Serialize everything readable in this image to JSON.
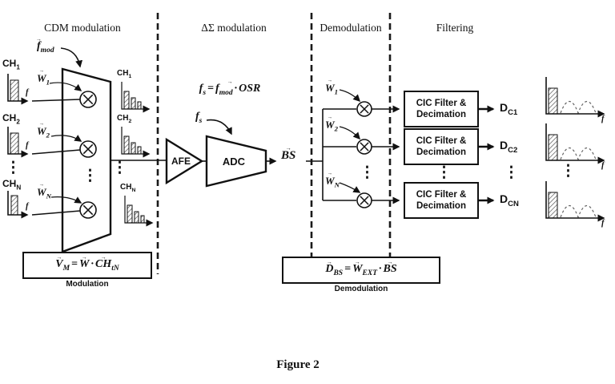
{
  "titles": {
    "cdm": "CDM modulation",
    "delta_sigma": "ΔΣ modulation",
    "demodulation": "Demodulation",
    "filtering": "Filtering"
  },
  "cdm": {
    "fmod": {
      "base": "f",
      "sub": "mod"
    },
    "channels": [
      {
        "name": "CH",
        "sub": "1",
        "weight": "W",
        "weight_sub": "1"
      },
      {
        "name": "CH",
        "sub": "2",
        "weight": "W",
        "weight_sub": "2"
      },
      {
        "name": "CH",
        "sub": "N",
        "weight": "W",
        "weight_sub": "N"
      }
    ],
    "outputs": [
      {
        "name": "CH",
        "sub": "1"
      },
      {
        "name": "CH",
        "sub": "2"
      },
      {
        "name": "CH",
        "sub": "N"
      }
    ],
    "formula": {
      "lhs": "V",
      "lhs_sub": "M",
      "eq": "=",
      "w": "W",
      "dot": "·",
      "ch": "CH",
      "ch_sub": "tN"
    },
    "caption": "Modulation"
  },
  "ds": {
    "fs_formula": {
      "lhs": "f",
      "lhs_sub": "s",
      "eq": "=",
      "rhs": "f",
      "rhs_sub": "mod",
      "dot": "·",
      "osr": "OSR"
    },
    "fs": {
      "base": "f",
      "sub": "s"
    },
    "afe": "AFE",
    "adc": "ADC",
    "bs": "BS"
  },
  "demod": {
    "weights": [
      {
        "base": "W",
        "sub": "1"
      },
      {
        "base": "W",
        "sub": "2"
      },
      {
        "base": "W",
        "sub": "N"
      }
    ],
    "formula": {
      "lhs": "D",
      "lhs_sub": "BS",
      "eq": "=",
      "w": "W",
      "w_sub": "EXT",
      "dot": "·",
      "bs": "BS"
    },
    "caption": "Demodulation"
  },
  "filtering": {
    "boxes": [
      {
        "line1": "CIC Filter &",
        "line2": "Decimation"
      },
      {
        "line1": "CIC Filter &",
        "line2": "Decimation"
      },
      {
        "line1": "CIC Filter &",
        "line2": "Decimation"
      }
    ],
    "outputs": [
      {
        "base": "D",
        "sub": "C1"
      },
      {
        "base": "D",
        "sub": "C2"
      },
      {
        "base": "D",
        "sub": "CN"
      }
    ]
  },
  "axis": {
    "f": "f"
  },
  "dots": "⋮",
  "figure": {
    "caption": "Figure 2"
  }
}
